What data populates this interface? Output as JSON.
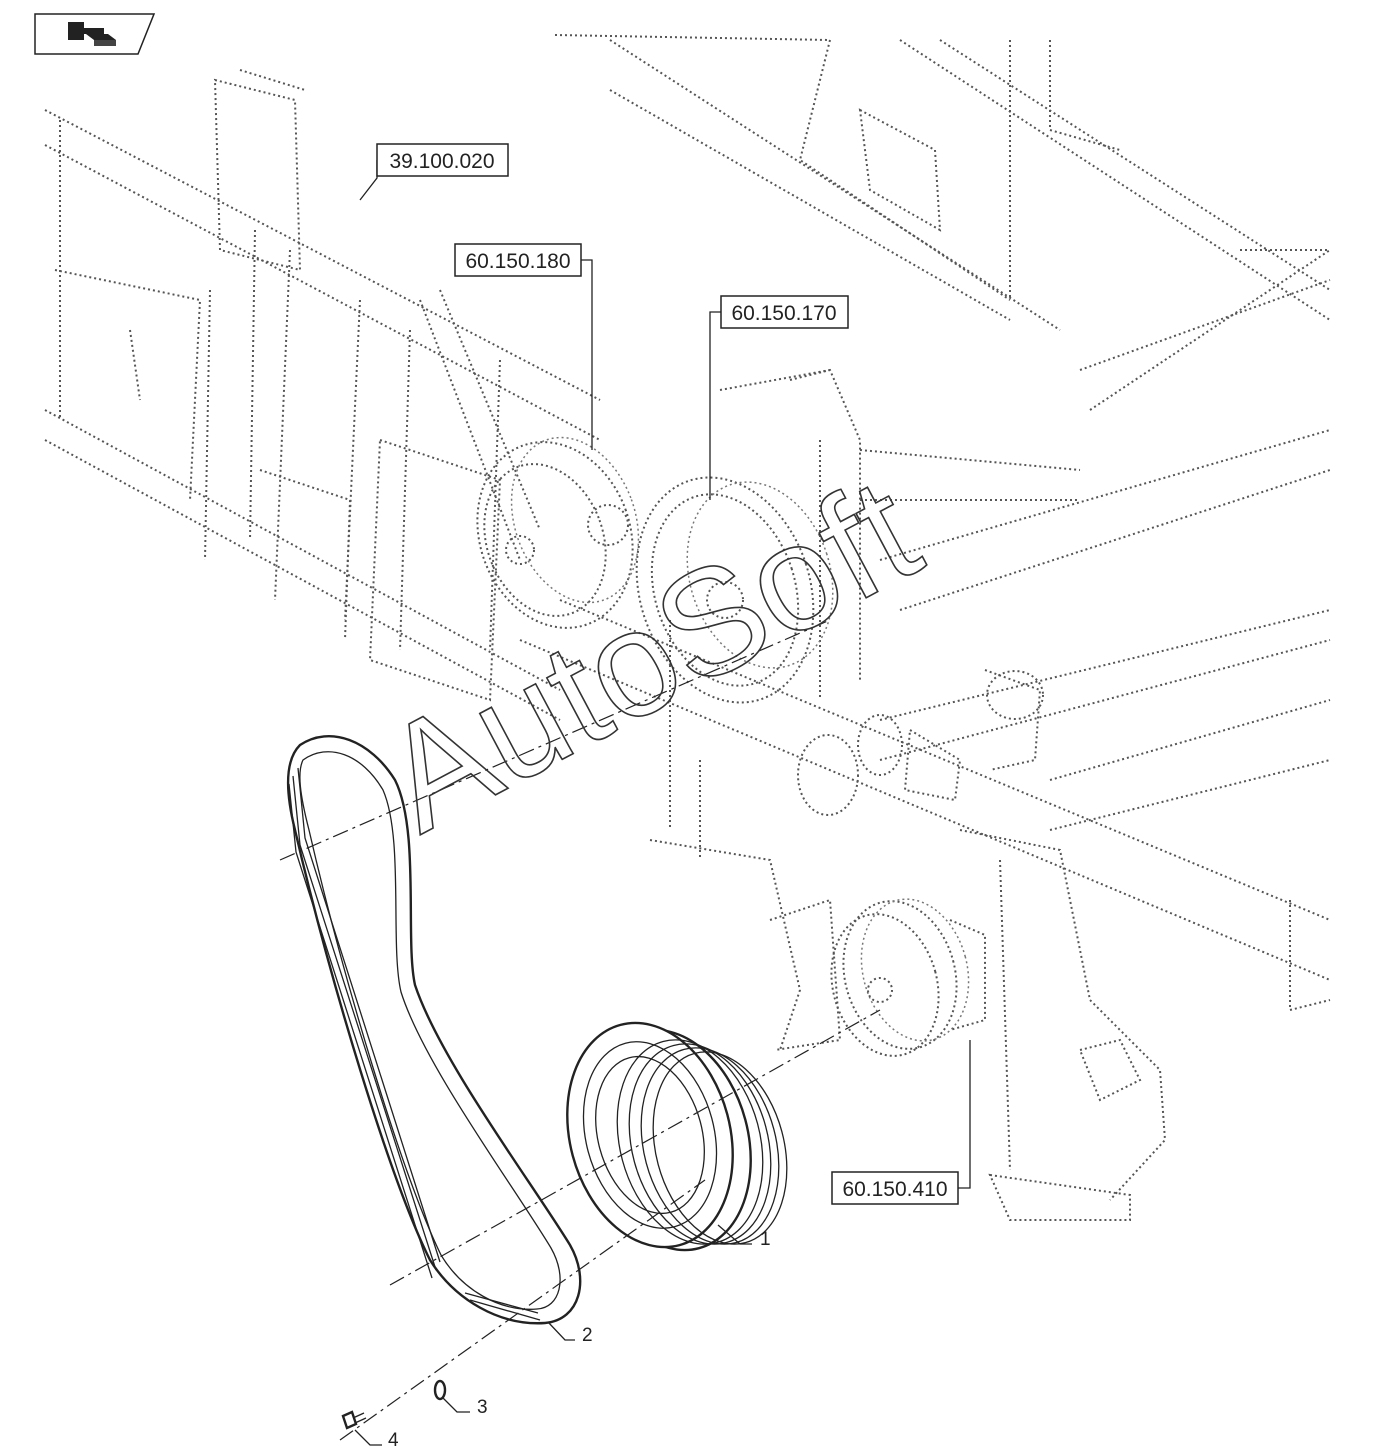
{
  "nav": {
    "icon": "return-arrow-icon"
  },
  "references": {
    "r1": "39.100.020",
    "r2": "60.150.180",
    "r3": "60.150.170",
    "r4": "60.150.410"
  },
  "callouts": {
    "c1": "1",
    "c2": "2",
    "c3": "3",
    "c4": "4"
  },
  "watermark": "AutoSoft"
}
